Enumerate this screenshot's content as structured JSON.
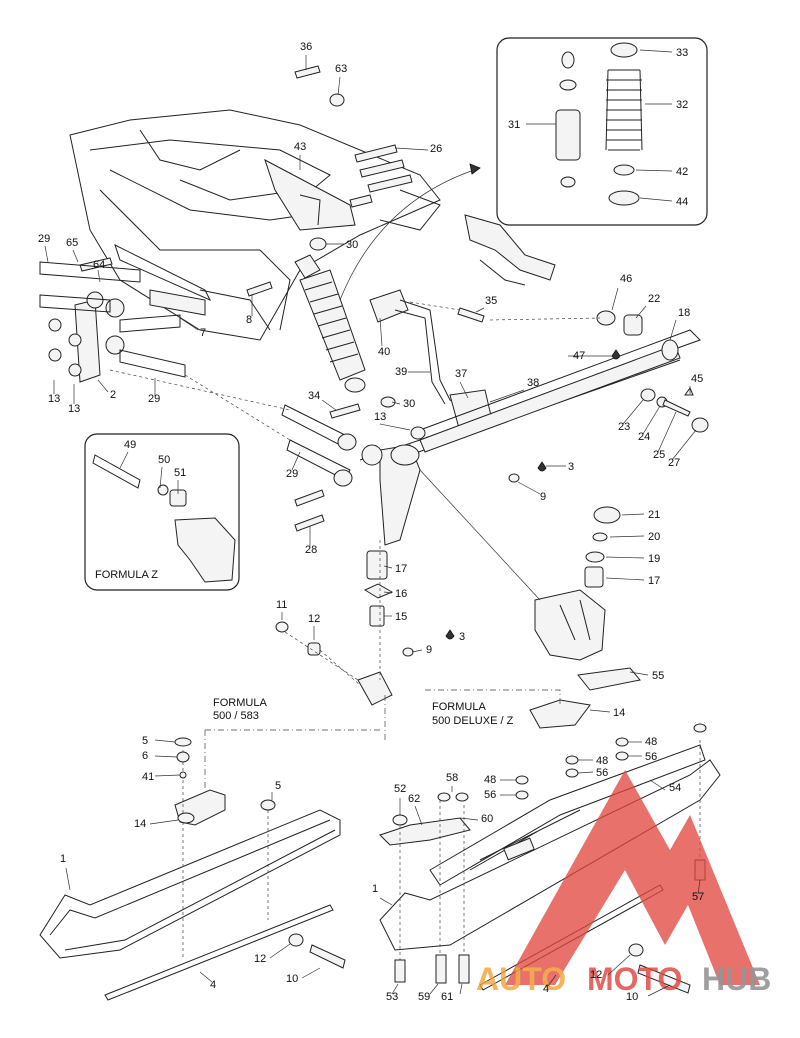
{
  "callouts": [
    "36",
    "63",
    "26",
    "43",
    "30",
    "29",
    "65",
    "64",
    "8",
    "7",
    "2",
    "13",
    "13",
    "29",
    "33",
    "32",
    "31",
    "42",
    "44",
    "46",
    "22",
    "18",
    "35",
    "40",
    "39",
    "47",
    "37",
    "38",
    "45",
    "23",
    "24",
    "25",
    "27",
    "34",
    "30",
    "13",
    "49",
    "50",
    "51",
    "29",
    "28",
    "3",
    "9",
    "21",
    "20",
    "19",
    "17",
    "17",
    "16",
    "15",
    "11",
    "12",
    "3",
    "9",
    "55",
    "14",
    "5",
    "6",
    "41",
    "5",
    "14",
    "58",
    "48",
    "56",
    "48",
    "56",
    "48",
    "56",
    "54",
    "52",
    "62",
    "60",
    "57",
    "1",
    "1",
    "12",
    "10",
    "4",
    "53",
    "59",
    "61",
    "4",
    "12",
    "10"
  ],
  "captions": {
    "formula_z": "FORMULA  Z",
    "formula_500_583_line1": "FORMULA",
    "formula_500_583_line2": "500 / 583",
    "formula_deluxe_line1": "FORMULA",
    "formula_deluxe_line2": "500 DELUXE / Z"
  },
  "watermark": {
    "text_auto": "AUTO",
    "text_moto": "MOTO",
    "text_hub": "HUB",
    "color_red": "#e0453f",
    "color_orange": "#f2a33a",
    "color_grey": "#8a8a8a"
  }
}
